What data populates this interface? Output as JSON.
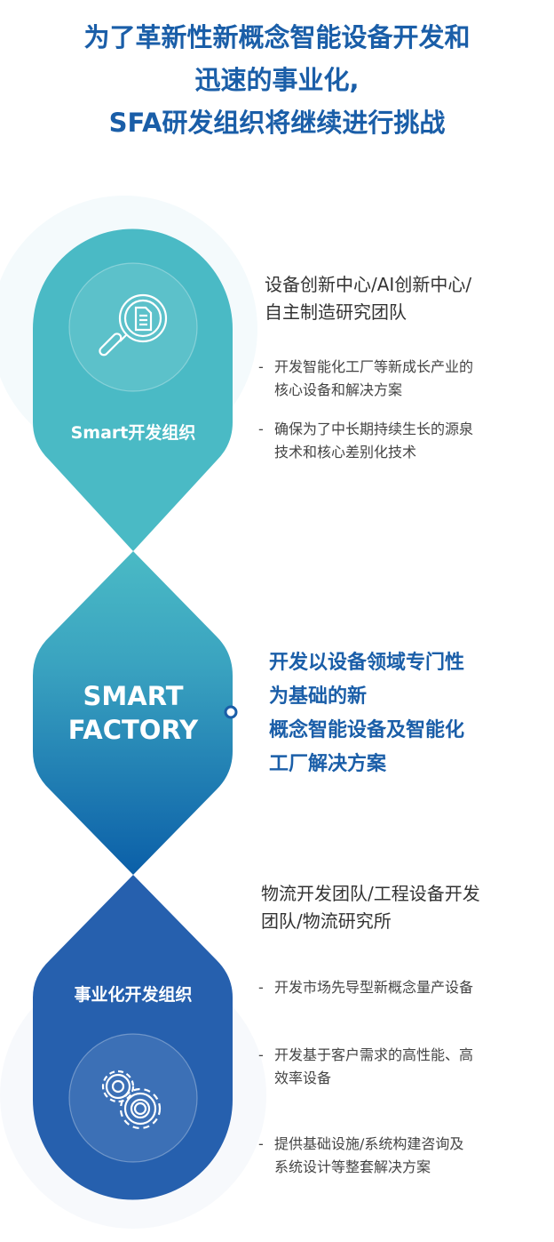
{
  "title": {
    "lines": [
      "为了革新性新概念智能设备开发和",
      "迅速的事业化,",
      "SFA研发组织将继续进行挑战"
    ]
  },
  "colors": {
    "teal": "#4abac5",
    "blue": "#2660ae",
    "gradient_bottom": "#0b5fa8",
    "title": "#1a5ea8"
  },
  "sections": [
    {
      "label": "Smart开发组织",
      "icon": "magnifier-document-icon",
      "heading_lines": [
        "设备创新中心/AI创新中心/",
        "自主制造研究团队"
      ],
      "bullets": [
        {
          "dash": "-",
          "lines": [
            "开发智能化工厂等新成长产业的",
            "核心设备和解决方案"
          ]
        },
        {
          "dash": "-",
          "lines": [
            "确保为了中长期持续生长的源泉",
            "技术和核心差别化技术"
          ]
        }
      ]
    },
    {
      "label_lines": [
        "SMART",
        "FACTORY"
      ],
      "description_lines": [
        "开发以设备领域专门性",
        "为基础的新",
        "概念智能设备及智能化",
        "工厂解决方案"
      ]
    },
    {
      "label": "事业化开发组织",
      "icon": "gears-icon",
      "heading_lines": [
        "物流开发团队/工程设备开发",
        "团队/物流研究所"
      ],
      "bullets": [
        {
          "dash": "-",
          "lines": [
            "开发市场先导型新概念量产设备"
          ]
        },
        {
          "dash": "-",
          "lines": [
            "开发基于客户需求的高性能、高",
            "效率设备"
          ]
        },
        {
          "dash": "-",
          "lines": [
            "提供基础设施/系统构建咨询及",
            "系统设计等整套解决方案"
          ]
        }
      ]
    }
  ]
}
